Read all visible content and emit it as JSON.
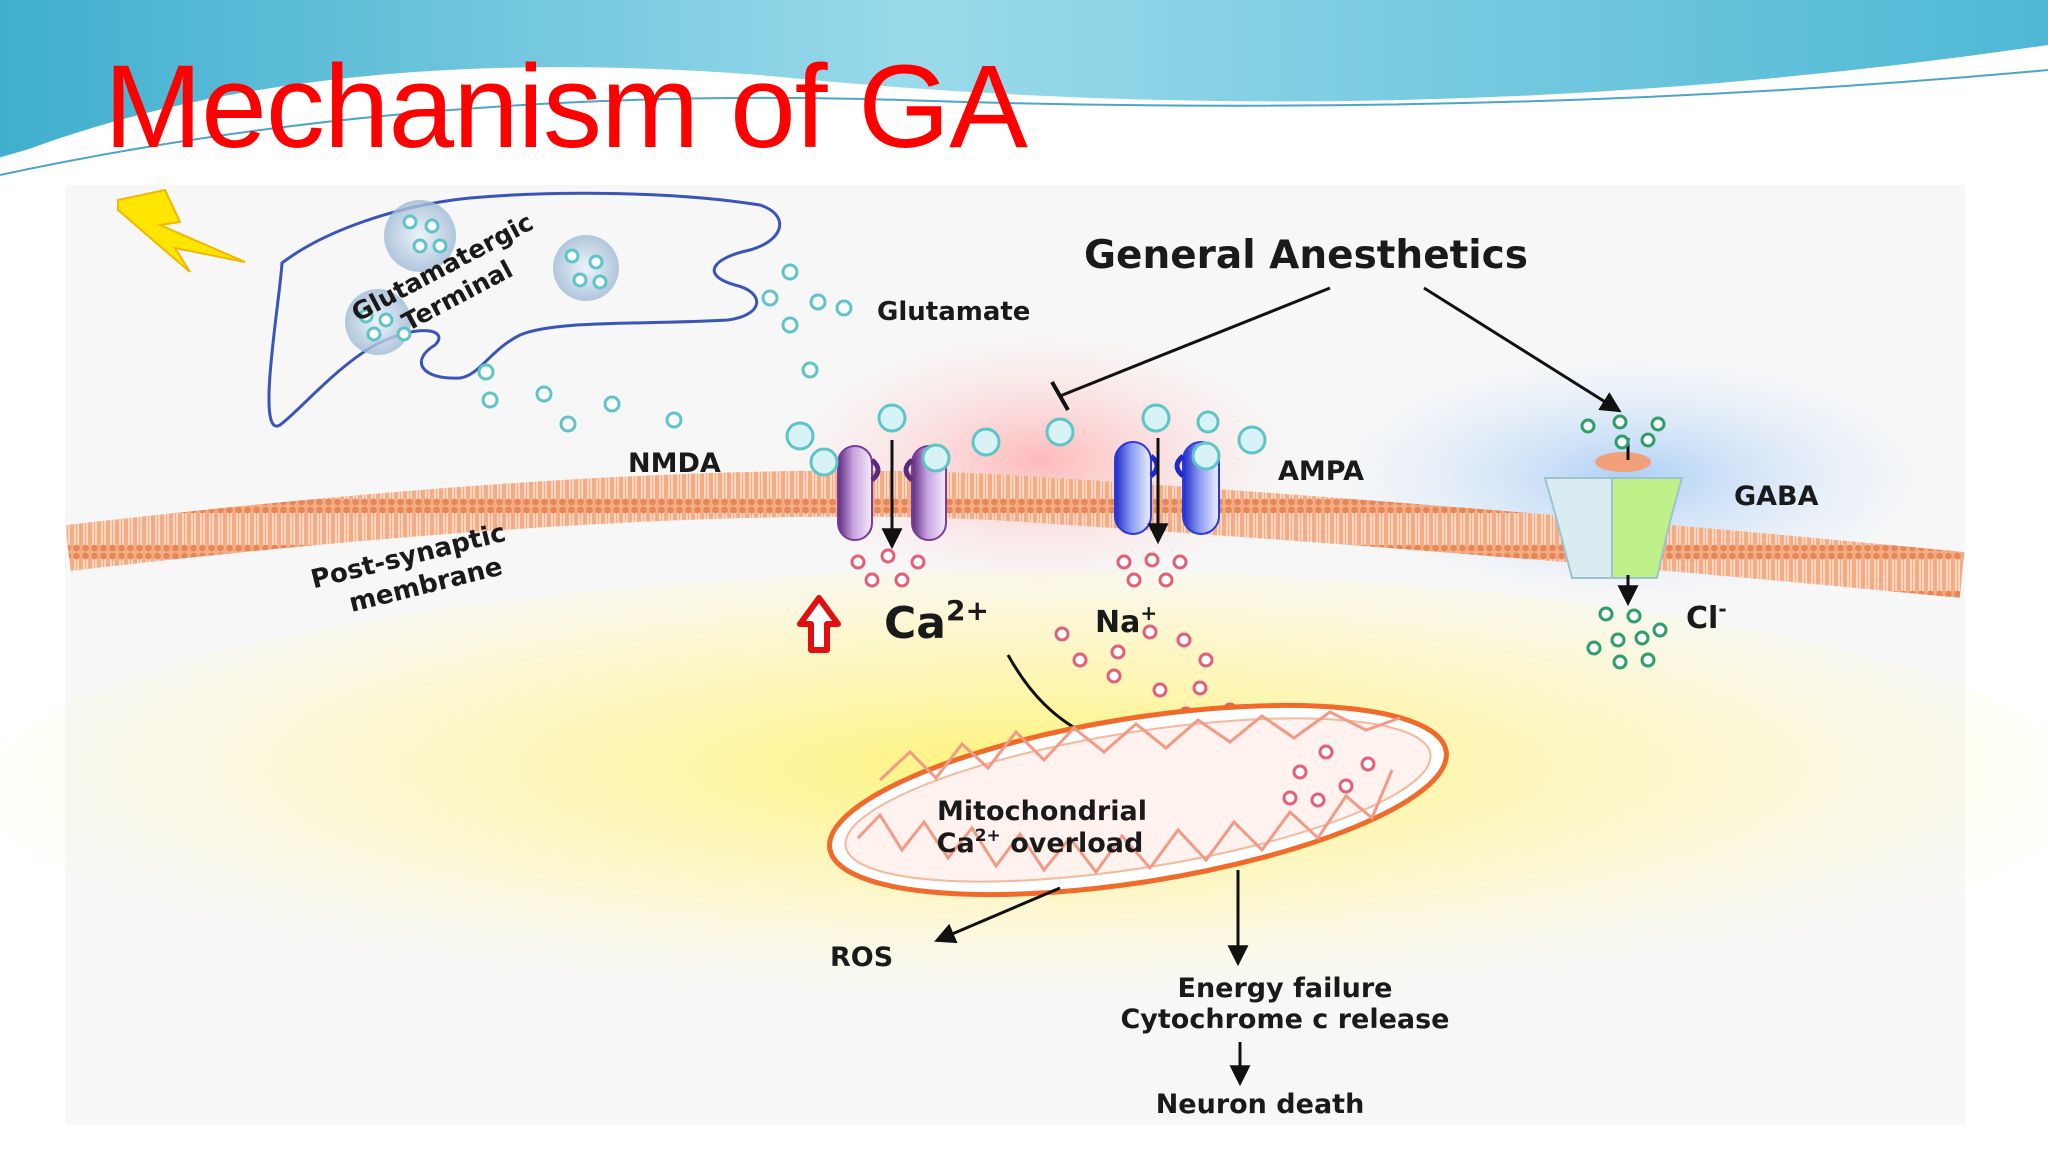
{
  "slide": {
    "title": "Mechanism of GA"
  },
  "diagram": {
    "general_anesthetics": "General Anesthetics",
    "glutamatergic_terminal": [
      "Glutamatergic",
      "Terminal"
    ],
    "glutamate": "Glutamate",
    "nmda": "NMDA",
    "ampa": "AMPA",
    "gaba": "GABA",
    "post_synaptic_membrane": [
      "Post-synaptic",
      "membrane"
    ],
    "ca_base": "Ca",
    "ca_charge": "2+",
    "na_base": "Na",
    "na_charge": "+",
    "cl_base": "Cl",
    "cl_charge": "-",
    "mito_line1": "Mitochondrial",
    "mito_line2_base": "Ca",
    "mito_line2_charge": "2+",
    "mito_line2_rest": " overload",
    "ros": "ROS",
    "energy_failure": "Energy failure",
    "cytochrome_release": "Cytochrome c release",
    "neuron_death": "Neuron death"
  },
  "colors": {
    "title": "#ff0000",
    "glutamate_ion": "#5fc4c8",
    "cation_ion": "#e0607a",
    "chloride_ion": "#2f9e6a",
    "terminal_outline": "#3a55b8",
    "mitochondrion": "#f06a2a",
    "nmda_channel": "#7a3a9a",
    "ampa_channel": "#2a3ad8"
  }
}
